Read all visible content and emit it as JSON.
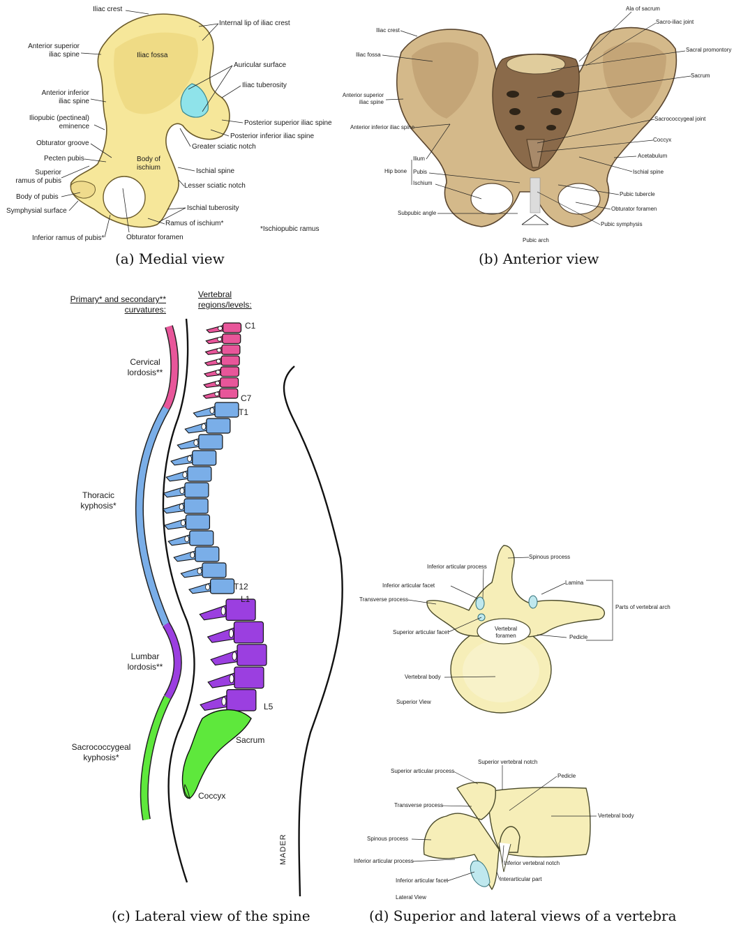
{
  "panel_a": {
    "caption": "(a) Medial view",
    "labels": {
      "iliac_crest": "Iliac crest",
      "internal_lip": "Internal lip of iliac crest",
      "asis": "Anterior superior\niliac spine",
      "iliac_fossa": "Iliac fossa",
      "auricular_surface": "Auricular surface",
      "iliac_tuberosity": "Iliac tuberosity",
      "aiis": "Anterior inferior\niliac spine",
      "iliopubic": "Iliopubic (pectineal)\neminence",
      "psis": "Posterior superior iliac spine",
      "piis": "Posterior inferior iliac spine",
      "obturator_groove": "Obturator groove",
      "greater_sciatic": "Greater sciatic notch",
      "pecten_pubis": "Pecten pubis",
      "body_ischium": "Body of\nischium",
      "ischial_spine": "Ischial spine",
      "superior_ramus": "Superior\nramus of pubis",
      "lesser_sciatic": "Lesser sciatic notch",
      "body_pubis": "Body of pubis",
      "ischial_tuberosity": "Ischial tuberosity",
      "symphysial_surface": "Symphysial surface",
      "ramus_ischium": "Ramus of ischium*",
      "ischiopubic_note": "*Ischiopubic ramus",
      "inferior_ramus": "Inferior ramus of pubis*",
      "obturator_foramen": "Obturator foramen"
    }
  },
  "panel_b": {
    "caption": "(b) Anterior view",
    "labels": {
      "ala_sacrum": "Ala of sacrum",
      "sacroiliac_joint": "Sacro-iliac joint",
      "iliac_crest": "Iliac crest",
      "sacral_promontory": "Sacral promontory",
      "iliac_fossa": "Iliac fossa",
      "sacrum": "Sacrum",
      "asis": "Anterior superior\niliac spine",
      "sacrococcygeal_joint": "Sacrococcygeal joint",
      "aiis": "Anterior inferior iliac spine",
      "coccyx": "Coccyx",
      "acetabulum": "Acetabulum",
      "ilium": "Ilium",
      "ischial_spine": "Ischial spine",
      "hip_bone": "Hip bone",
      "pubis": "Pubis",
      "ischium": "Ischium",
      "pubic_tubercle": "Pubic tubercle",
      "obturator_foramen": "Obturator foramen",
      "subpubic_angle": "Subpubic angle",
      "pubic_symphysis": "Pubic symphysis",
      "pubic_arch": "Pubic arch"
    }
  },
  "panel_c": {
    "caption": "(c) Lateral view of the spine",
    "header_curvatures": "Primary* and secondary**\ncurvatures:",
    "header_regions": "Vertebral\nregions/levels:",
    "curvatures": {
      "cervical": "Cervical\nlordosis**",
      "thoracic": "Thoracic\nkyphosis*",
      "lumbar": "Lumbar\nlordosis**",
      "sacrococcygeal": "Sacrococcygeal\nkyphosis*"
    },
    "levels": {
      "c1": "C1",
      "c7": "C7",
      "t1": "T1",
      "t12": "T12",
      "l1": "L1",
      "l5": "L5",
      "sacrum": "Sacrum",
      "coccyx": "Coccyx"
    },
    "signature": "MADER",
    "colors": {
      "cervical": "#e8569a",
      "thoracic": "#7aaee8",
      "lumbar": "#9b3fe0",
      "sacral": "#5ee83c"
    }
  },
  "panel_d": {
    "caption": "(d) Superior and lateral views of a vertebra",
    "superior": {
      "spinous_process": "Spinous process",
      "inferior_articular_process": "Inferior articular process",
      "lamina": "Lamina",
      "inferior_articular_facet": "Inferior articular facet",
      "transverse_process": "Transverse process",
      "parts_of_arch": "Parts of vertebral arch",
      "vertebral_foramen": "Vertebral\nforamen",
      "superior_articular_facet": "Superior articular facet",
      "pedicle": "Pedicle",
      "vertebral_body": "Vertebral body",
      "view_label": "Superior View"
    },
    "lateral": {
      "superior_vertebral_notch": "Superior vertebral notch",
      "superior_articular_process": "Superior articular process",
      "pedicle": "Pedicle",
      "transverse_process": "Transverse process",
      "vertebral_body": "Vertebral body",
      "spinous_process": "Spinous process",
      "inferior_articular_process": "Inferior articular process",
      "inferior_vertebral_notch": "Inferior vertebral notch",
      "inferior_articular_facet": "Inferior articular facet",
      "interarticular_part": "Interarticular part",
      "view_label": "Lateral View"
    }
  }
}
